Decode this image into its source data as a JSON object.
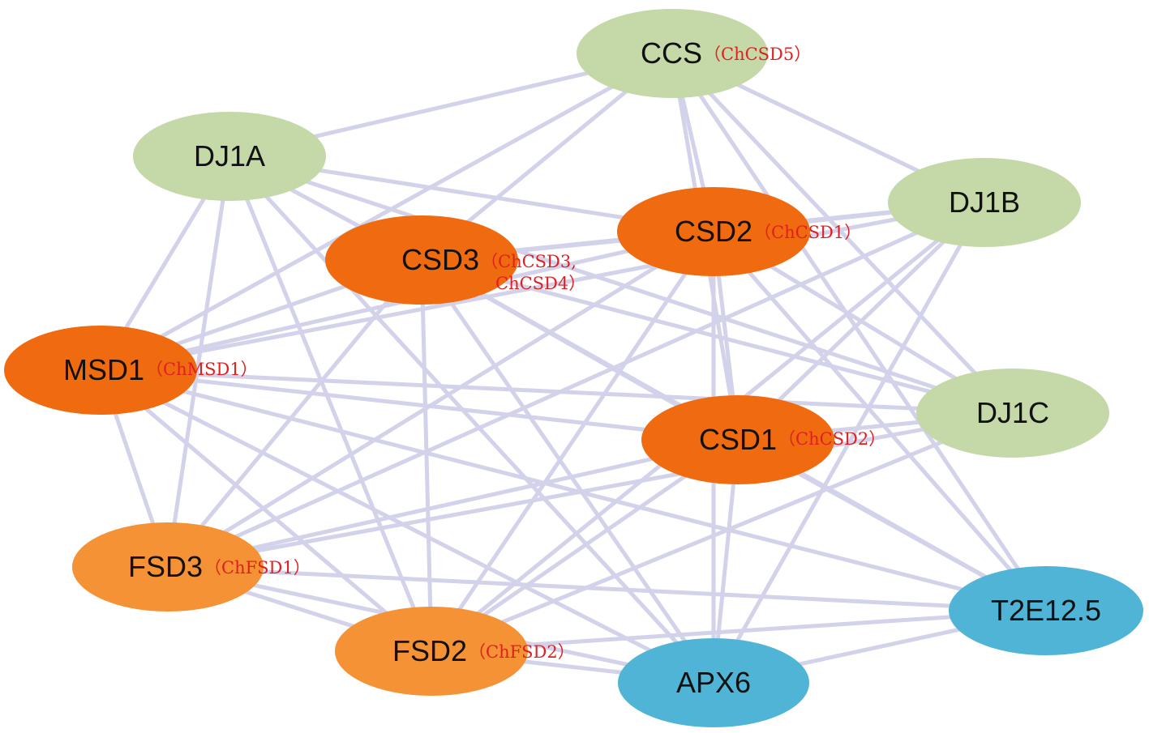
{
  "colors": {
    "edge": "#d2d2ea",
    "green": "#c4d8a8",
    "orange_dark": "#f06a10",
    "orange_light": "#f49235",
    "blue": "#4fb4d6",
    "annotation": "#e02020"
  },
  "nodes": [
    {
      "id": "CCS",
      "label": "CCS",
      "annotation": [
        "（ChCSD5）"
      ],
      "color": "green"
    },
    {
      "id": "DJ1A",
      "label": "DJ1A",
      "annotation": [],
      "color": "green"
    },
    {
      "id": "DJ1B",
      "label": "DJ1B",
      "annotation": [],
      "color": "green"
    },
    {
      "id": "DJ1C",
      "label": "DJ1C",
      "annotation": [],
      "color": "green"
    },
    {
      "id": "CSD2",
      "label": "CSD2",
      "annotation": [
        "（ChCSD1）"
      ],
      "color": "orange_dark"
    },
    {
      "id": "CSD3",
      "label": "CSD3",
      "annotation": [
        "（ChCSD3,",
        "ChCSD4）"
      ],
      "color": "orange_dark"
    },
    {
      "id": "MSD1",
      "label": "MSD1",
      "annotation": [
        "（ChMSD1）"
      ],
      "color": "orange_dark"
    },
    {
      "id": "CSD1",
      "label": "CSD1",
      "annotation": [
        "（ChCSD2）"
      ],
      "color": "orange_dark"
    },
    {
      "id": "FSD3",
      "label": "FSD3",
      "annotation": [
        "（ChFSD1）"
      ],
      "color": "orange_light"
    },
    {
      "id": "FSD2",
      "label": "FSD2",
      "annotation": [
        "（ChFSD2）"
      ],
      "color": "orange_light"
    },
    {
      "id": "T2E12.5",
      "label": "T2E12.5",
      "annotation": [],
      "color": "blue"
    },
    {
      "id": "APX6",
      "label": "APX6",
      "annotation": [],
      "color": "blue"
    }
  ],
  "edges": [
    [
      "CCS",
      "DJ1A"
    ],
    [
      "CCS",
      "DJ1B"
    ],
    [
      "CCS",
      "DJ1C"
    ],
    [
      "CCS",
      "CSD2"
    ],
    [
      "CCS",
      "CSD3"
    ],
    [
      "CCS",
      "MSD1"
    ],
    [
      "CCS",
      "CSD1"
    ],
    [
      "CCS",
      "T2E12.5"
    ],
    [
      "DJ1A",
      "CSD2"
    ],
    [
      "DJ1A",
      "CSD3"
    ],
    [
      "DJ1A",
      "MSD1"
    ],
    [
      "DJ1A",
      "DJ1C"
    ],
    [
      "DJ1A",
      "FSD3"
    ],
    [
      "DJ1A",
      "FSD2"
    ],
    [
      "DJ1A",
      "APX6"
    ],
    [
      "DJ1B",
      "CSD2"
    ],
    [
      "DJ1B",
      "CSD3"
    ],
    [
      "DJ1B",
      "MSD1"
    ],
    [
      "DJ1B",
      "CSD1"
    ],
    [
      "DJ1B",
      "FSD3"
    ],
    [
      "DJ1B",
      "FSD2"
    ],
    [
      "DJ1B",
      "APX6"
    ],
    [
      "DJ1C",
      "CSD2"
    ],
    [
      "DJ1C",
      "CSD3"
    ],
    [
      "DJ1C",
      "MSD1"
    ],
    [
      "DJ1C",
      "CSD1"
    ],
    [
      "DJ1C",
      "FSD3"
    ],
    [
      "DJ1C",
      "FSD2"
    ],
    [
      "CSD2",
      "CSD3"
    ],
    [
      "CSD2",
      "MSD1"
    ],
    [
      "CSD2",
      "CSD1"
    ],
    [
      "CSD2",
      "FSD3"
    ],
    [
      "CSD2",
      "FSD2"
    ],
    [
      "CSD2",
      "APX6"
    ],
    [
      "CSD2",
      "T2E12.5"
    ],
    [
      "CSD3",
      "MSD1"
    ],
    [
      "CSD3",
      "CSD1"
    ],
    [
      "CSD3",
      "FSD3"
    ],
    [
      "CSD3",
      "FSD2"
    ],
    [
      "CSD3",
      "APX6"
    ],
    [
      "CSD3",
      "T2E12.5"
    ],
    [
      "MSD1",
      "CSD1"
    ],
    [
      "MSD1",
      "FSD3"
    ],
    [
      "MSD1",
      "FSD2"
    ],
    [
      "MSD1",
      "APX6"
    ],
    [
      "MSD1",
      "T2E12.5"
    ],
    [
      "CSD1",
      "FSD3"
    ],
    [
      "CSD1",
      "FSD2"
    ],
    [
      "CSD1",
      "APX6"
    ],
    [
      "CSD1",
      "T2E12.5"
    ],
    [
      "FSD3",
      "FSD2"
    ],
    [
      "FSD3",
      "APX6"
    ],
    [
      "FSD3",
      "T2E12.5"
    ],
    [
      "FSD2",
      "APX6"
    ],
    [
      "FSD2",
      "T2E12.5"
    ],
    [
      "APX6",
      "T2E12.5"
    ]
  ]
}
